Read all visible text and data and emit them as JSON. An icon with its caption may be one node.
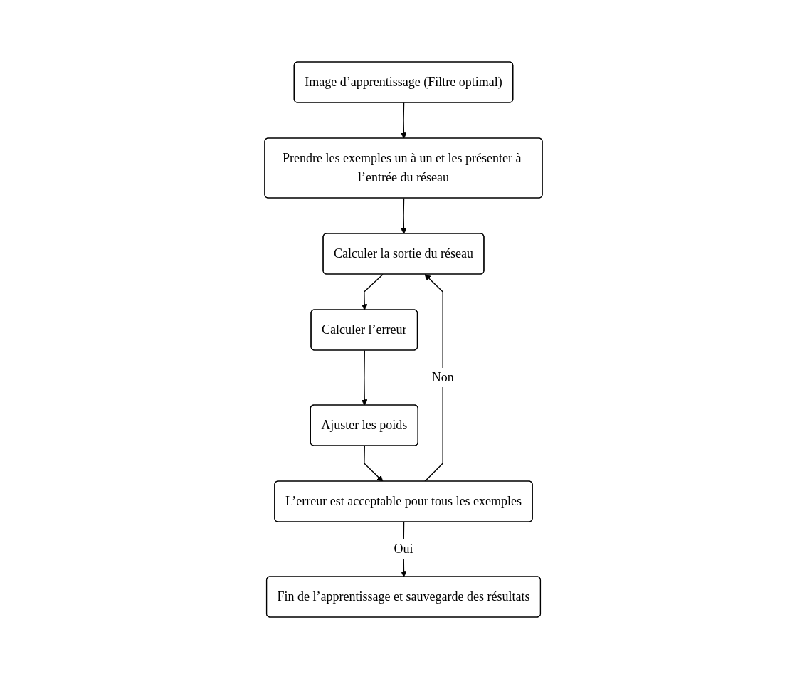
{
  "diagram": {
    "nodes": [
      {
        "text": [
          "Image d’apprentissage (Filtre optimal)"
        ]
      },
      {
        "text": [
          "Prendre les exemples un à un et les présenter à l’entrée du réseau"
        ]
      },
      {
        "text": [
          "Calculer la sortie du réseau"
        ]
      },
      {
        "text": [
          "Calculer l’erreur"
        ]
      },
      {
        "text": [
          "Ajuster les poids"
        ]
      },
      {
        "text": [
          "L’erreur est acceptable pour tous les exemples"
        ]
      },
      {
        "text": [
          "Fin de l’apprentissage et sauvegarde des résultats"
        ]
      }
    ],
    "edges": [
      {
        "from": 0,
        "to": 1,
        "arrow": "to"
      },
      {
        "from": 1,
        "to": 2,
        "arrow": "to"
      },
      {
        "from": 2,
        "to": 3,
        "arrow": "to"
      },
      {
        "from": 3,
        "to": 4,
        "arrow": "to"
      },
      {
        "from": 4,
        "to": 5,
        "arrow": "to"
      },
      {
        "from": 5,
        "to": 2,
        "arrow": "to",
        "label": "Non"
      },
      {
        "from": 5,
        "to": 6,
        "arrow": "to",
        "label": "Oui"
      }
    ]
  }
}
